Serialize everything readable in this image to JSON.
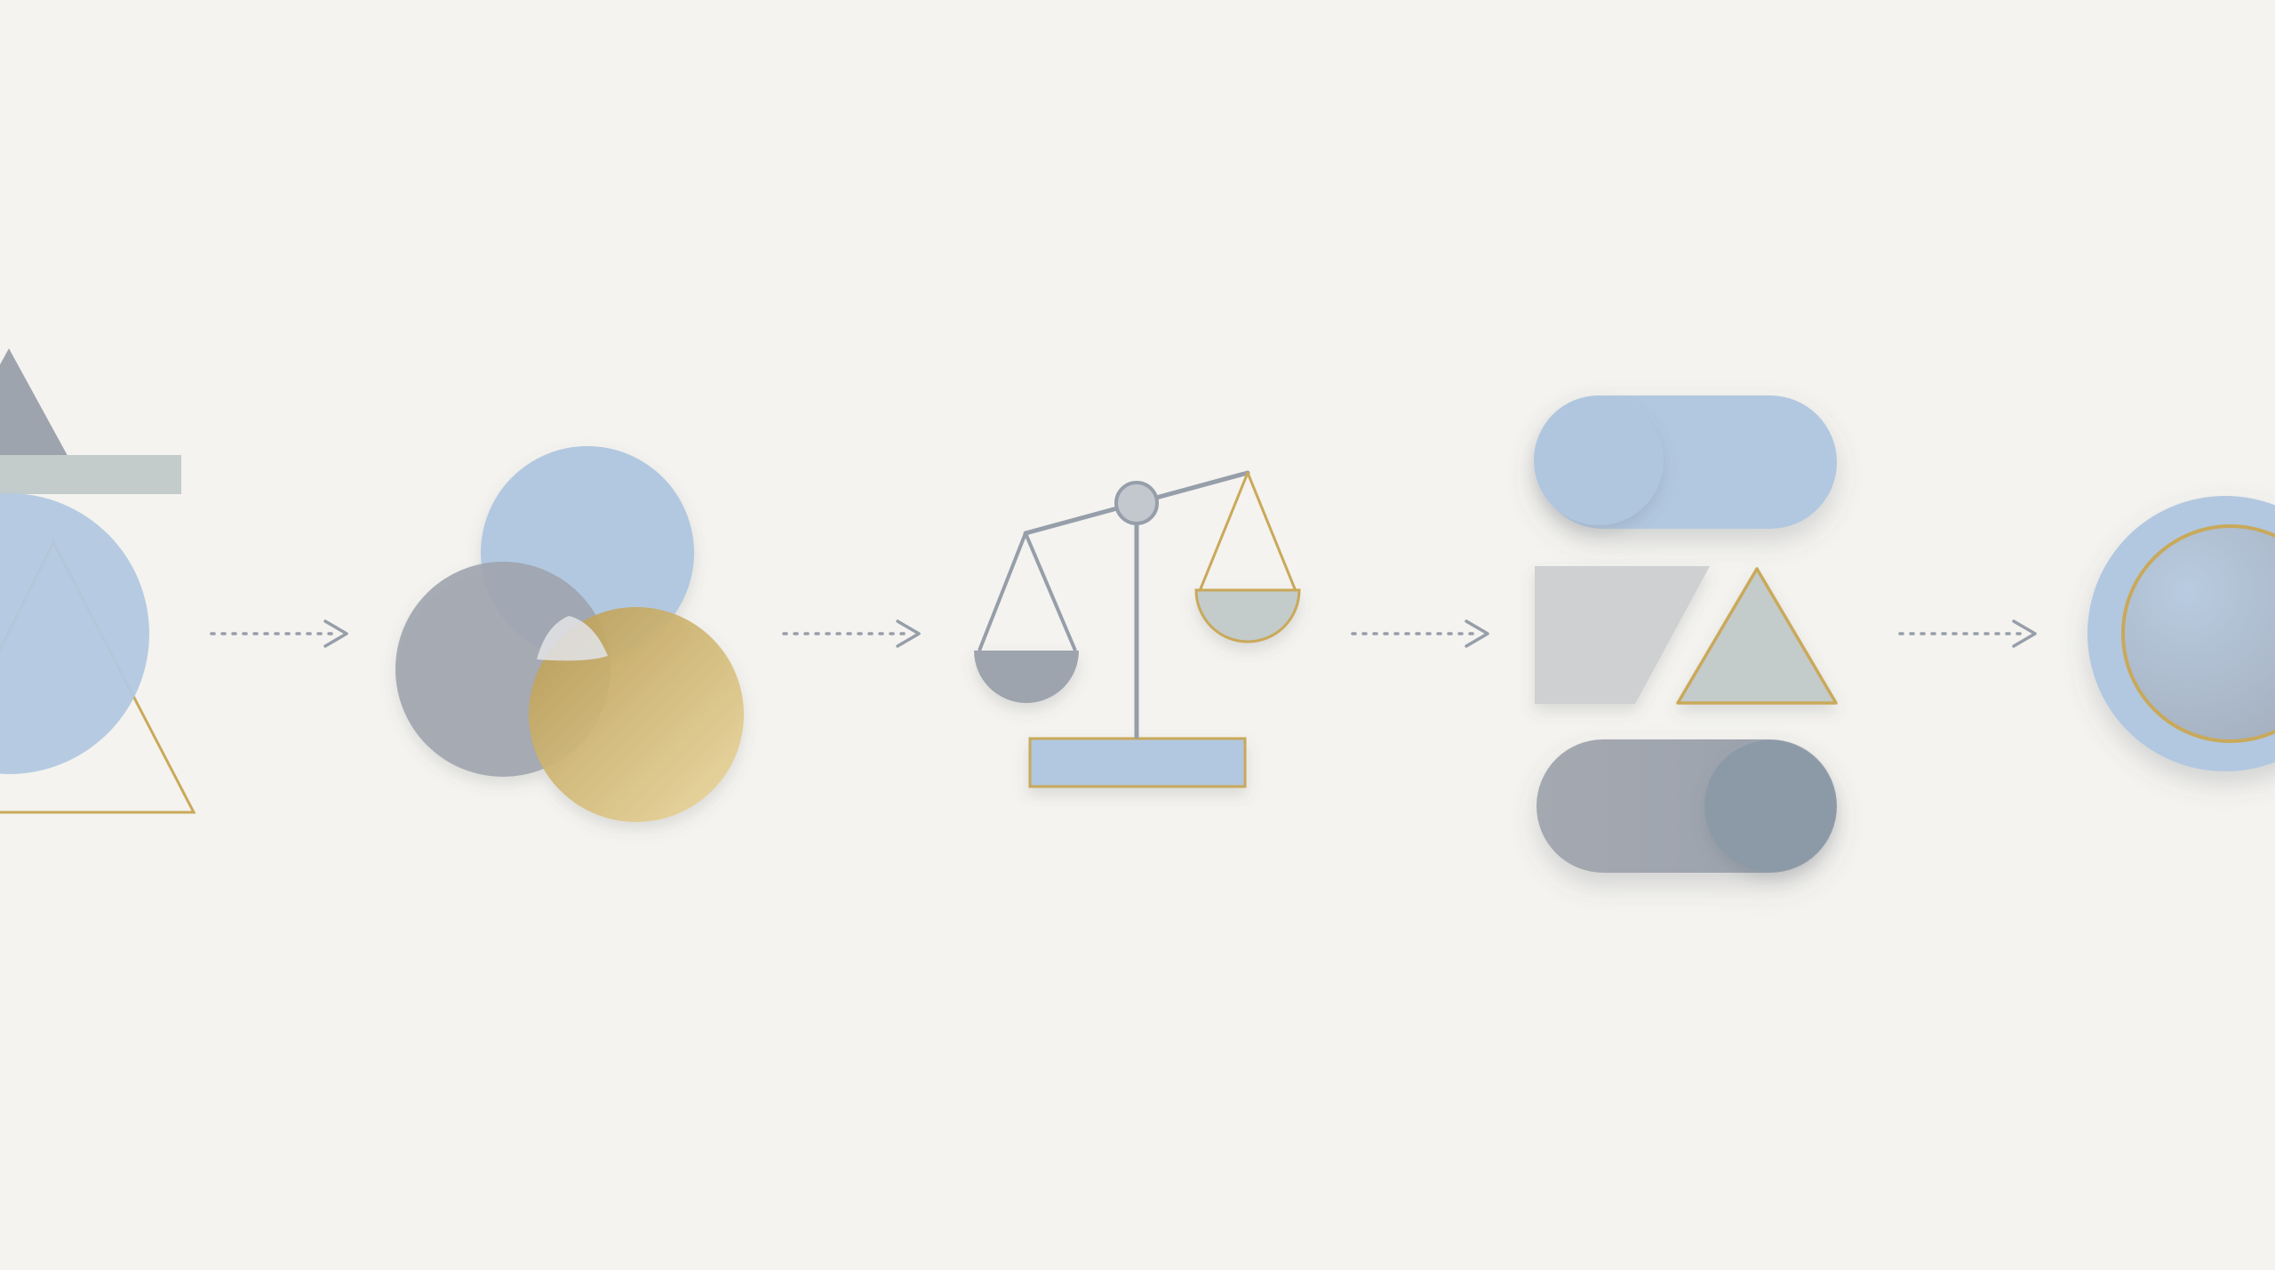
{
  "diagram": {
    "layout": "horizontal-flow",
    "stages": [
      {
        "name": "stacked-shapes",
        "depicts": [
          "triangle",
          "bar",
          "circle",
          "outline-triangle"
        ]
      },
      {
        "name": "overlapping-circles",
        "depicts": [
          "blue-circle",
          "gray-circle",
          "gold-circle"
        ]
      },
      {
        "name": "balance-scale",
        "depicts": [
          "beam",
          "pivot",
          "left-pan",
          "right-pan",
          "base"
        ]
      },
      {
        "name": "toggles-and-shapes",
        "depicts": [
          "toggle-on",
          "parallelogram",
          "triangle",
          "toggle-off"
        ]
      },
      {
        "name": "ringed-circle",
        "depicts": [
          "circle",
          "gold-ring"
        ]
      }
    ],
    "connectors": [
      {
        "from": "stacked-shapes",
        "to": "overlapping-circles",
        "style": "dotted-arrow"
      },
      {
        "from": "overlapping-circles",
        "to": "balance-scale",
        "style": "dotted-arrow"
      },
      {
        "from": "balance-scale",
        "to": "toggles-and-shapes",
        "style": "dotted-arrow"
      },
      {
        "from": "toggles-and-shapes",
        "to": "ringed-circle",
        "style": "dotted-arrow"
      }
    ]
  },
  "colors": {
    "background": "#f4f3ef",
    "blue": "#b2c8e0",
    "gray": "#9ea4ae",
    "slate": "#8c9aa8",
    "sage": "#c3cbcb",
    "light_gray": "#cfd0d2",
    "gold": "#c9a95a",
    "gold_light": "#e6d29a",
    "stroke": "#969eaa"
  }
}
